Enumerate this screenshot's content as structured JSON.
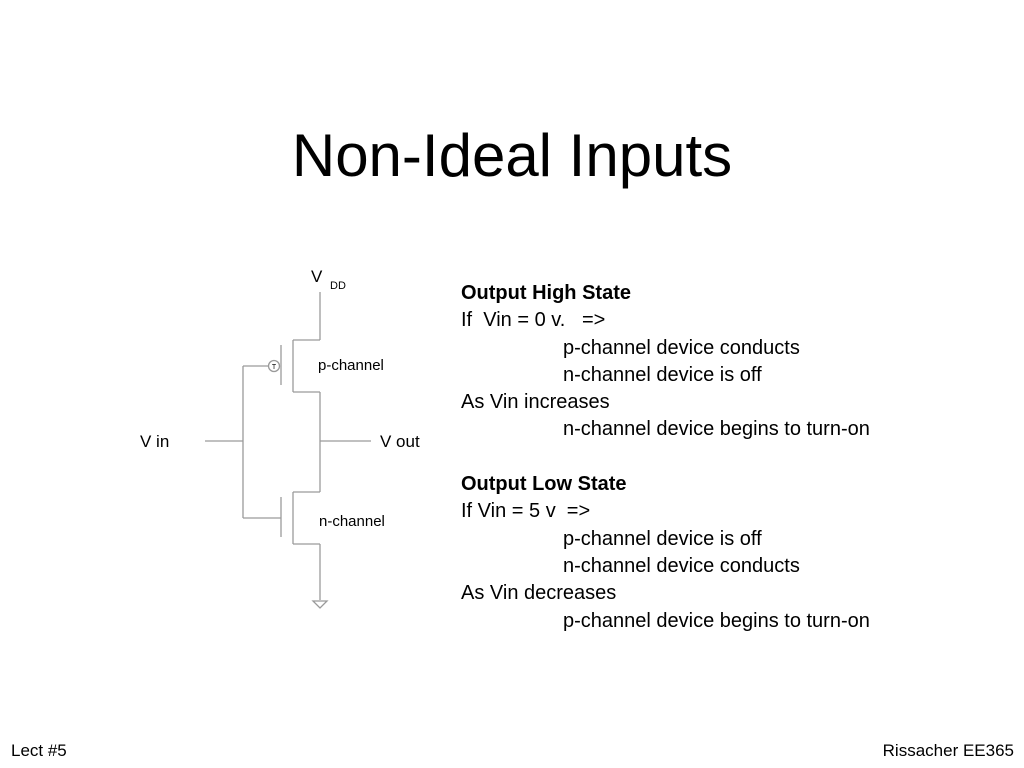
{
  "slide": {
    "title": "Non-Ideal Inputs",
    "footer_left": "Lect #5",
    "footer_right": "Rissacher EE365"
  },
  "circuit": {
    "vdd_label": "V",
    "vdd_subscript": "DD",
    "vin_label": "V in",
    "vout_label": "V out",
    "pmos_label": "p-channel",
    "nmos_label": "n-channel",
    "bubble_label": "T"
  },
  "notes": {
    "high": {
      "heading": "Output High State",
      "condition": "If  Vin = 0 v.   =>",
      "line1": "p-channel device conducts",
      "line2": "n-channel device is off",
      "change": "As Vin increases",
      "effect": "n-channel device begins to turn-on"
    },
    "low": {
      "heading": "Output Low State",
      "condition": "If Vin = 5 v  =>",
      "line1": "p-channel device is off",
      "line2": "n-channel device conducts",
      "change": "As Vin decreases",
      "effect": "p-channel device begins to turn-on"
    }
  }
}
